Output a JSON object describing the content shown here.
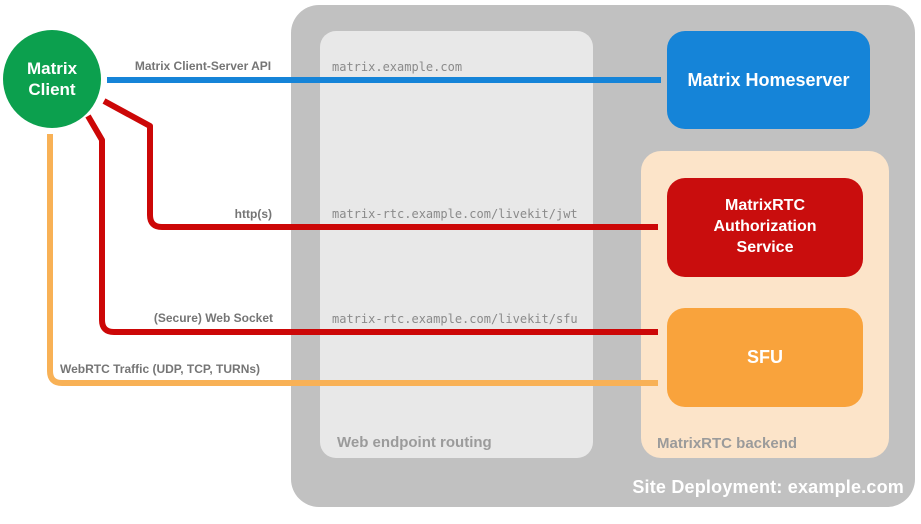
{
  "containers": {
    "site_deployment": {
      "label": "Site Deployment: example.com",
      "color": "#c1c1c1"
    },
    "web_endpoint_routing": {
      "label": "Web endpoint routing",
      "color": "#e8e8e8"
    },
    "matrixrtc_backend": {
      "label": "MatrixRTC backend",
      "color": "#fce4c9"
    }
  },
  "nodes": {
    "matrix_client": {
      "label": "Matrix Client",
      "color": "#0ca04e",
      "shape": "circle"
    },
    "matrix_homeserver": {
      "label": "Matrix Homeserver",
      "color": "#1584d8",
      "shape": "rounded-rect"
    },
    "matrixrtc_authorization_service": {
      "label": "MatrixRTC Authorization Service",
      "color": "#c90d0d",
      "shape": "rounded-rect"
    },
    "sfu": {
      "label": "SFU",
      "color": "#f9a33c",
      "shape": "rounded-rect"
    }
  },
  "connections": [
    {
      "id": "matrix-client-server-api",
      "label": "Matrix Client-Server API",
      "endpoint": "matrix.example.com",
      "color": "#1584d8",
      "from": "Matrix Client",
      "to": "Matrix Homeserver",
      "bidirectional": true
    },
    {
      "id": "https",
      "label": "http(s)",
      "endpoint": "matrix-rtc.example.com/livekit/jwt",
      "color": "#cc0707",
      "from": "Matrix Client",
      "to": "MatrixRTC Authorization Service",
      "bidirectional": true
    },
    {
      "id": "secure-web-socket",
      "label": "(Secure) Web Socket",
      "endpoint": "matrix-rtc.example.com/livekit/sfu",
      "color": "#cc0707",
      "from": "Matrix Client",
      "to": "SFU",
      "bidirectional": true
    },
    {
      "id": "webrtc-traffic",
      "label": "WebRTC Traffic (UDP, TCP, TURNs)",
      "endpoint": "",
      "color": "#f8b156",
      "from": "Matrix Client",
      "to": "SFU",
      "bidirectional": true
    }
  ]
}
